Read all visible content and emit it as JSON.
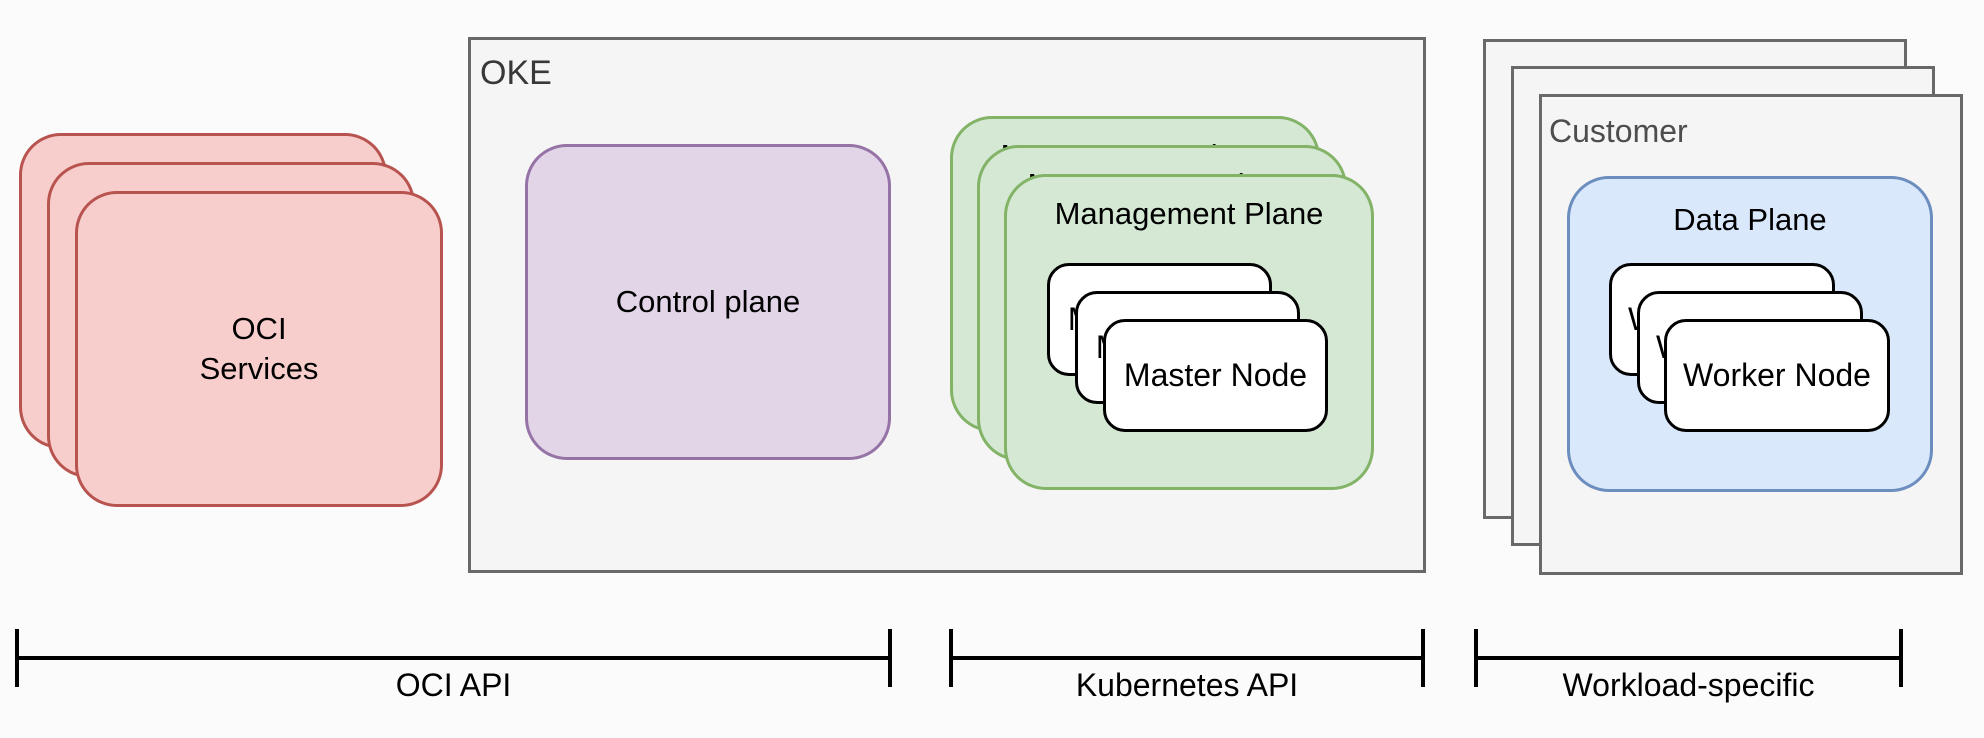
{
  "colors": {
    "canvas_background": "#fbfbfb",
    "oci_services_fill": "#f8cecc",
    "oci_services_stroke": "#b85450",
    "control_plane_fill": "#e1d5e7",
    "control_plane_stroke": "#9673a6",
    "management_plane_fill": "#d5e8d4",
    "management_plane_stroke": "#82b366",
    "data_plane_fill": "#dae8fc",
    "data_plane_stroke": "#6c8ebf",
    "container_fill": "#f5f5f5",
    "container_stroke": "#696969",
    "node_fill": "#ffffff",
    "node_stroke": "#000000",
    "bracket_color": "#000000"
  },
  "groups": {
    "oci_services": {
      "line1": "OCI",
      "line2": "Services"
    },
    "oke": {
      "label": "OKE"
    },
    "control_plane": {
      "label": "Control plane"
    },
    "management_plane": {
      "label": "Management Plane"
    },
    "master_node": {
      "label": "Master Node"
    },
    "customer": {
      "label": "Customer"
    },
    "data_plane": {
      "label": "Data Plane"
    },
    "worker_node": {
      "label": "Worker Node"
    }
  },
  "brackets": [
    {
      "label": "OCI API"
    },
    {
      "label": "Kubernetes API"
    },
    {
      "label": "Workload-specific"
    }
  ]
}
